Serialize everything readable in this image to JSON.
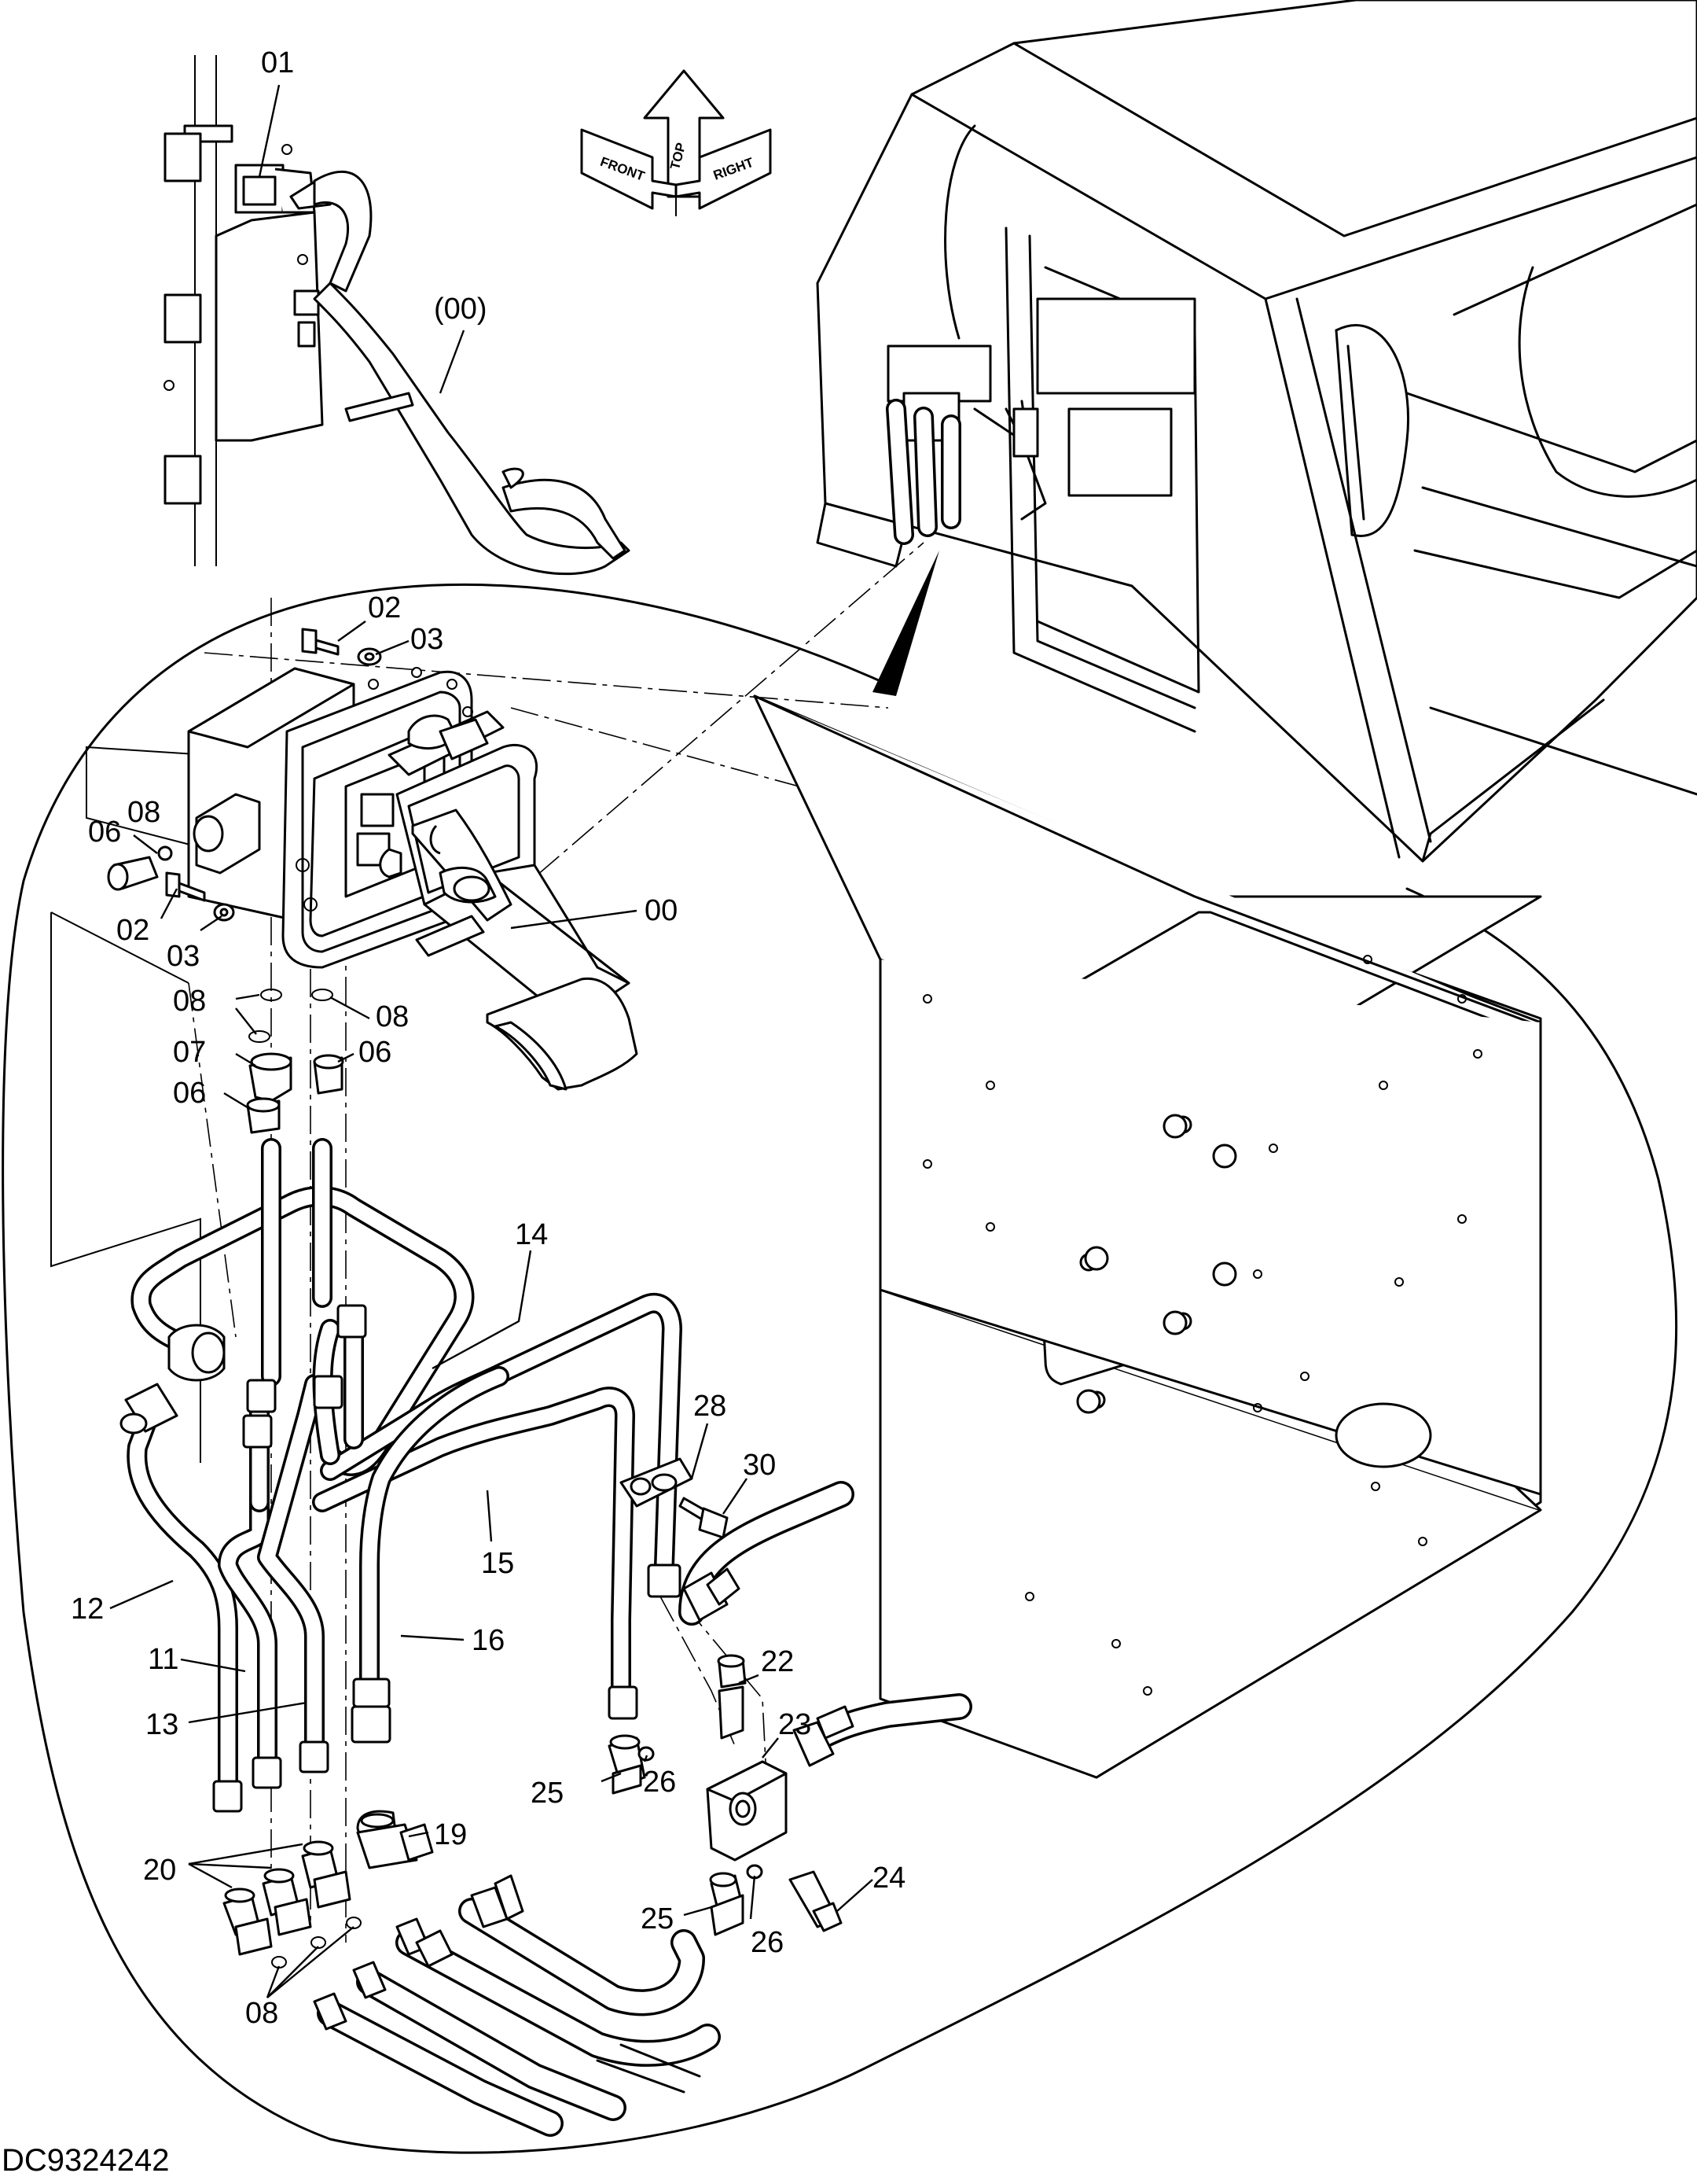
{
  "drawing_id": "DC9324242",
  "orientation": {
    "top": "TOP",
    "front": "FRONT",
    "right": "RIGHT"
  },
  "labels": {
    "p01": "01",
    "p00_ref": "(00)",
    "p02_top": "02",
    "p03_top": "03",
    "p08_a": "08",
    "p06_a": "06",
    "p02_left": "02",
    "p03_left": "03",
    "p00": "00",
    "p08_b": "08",
    "p08_c": "08",
    "p07": "07",
    "p06_b": "06",
    "p06_c": "06",
    "p14": "14",
    "p28": "28",
    "p30": "30",
    "p15": "15",
    "p12": "12",
    "p16": "16",
    "p11": "11",
    "p13": "13",
    "p22": "22",
    "p23": "23",
    "p25_a": "25",
    "p26_a": "26",
    "p19": "19",
    "p20": "20",
    "p24": "24",
    "p25_b": "25",
    "p26_b": "26",
    "p08_d": "08"
  }
}
